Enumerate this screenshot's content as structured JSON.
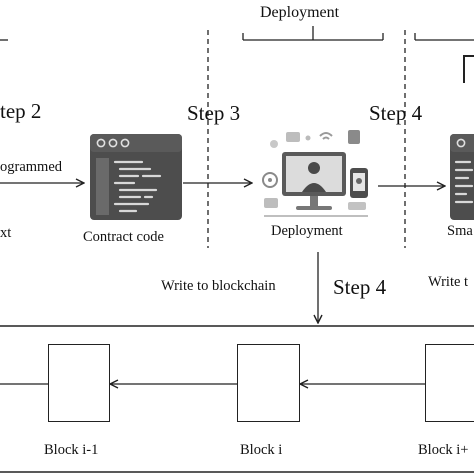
{
  "top": {
    "deployment_label": "Deployment"
  },
  "steps": {
    "step2": "tep 2",
    "step3": "Step 3",
    "step4a": "Step 4",
    "step4b": "Step 4"
  },
  "labels": {
    "programmed": "ogrammed",
    "left_cut": "xt",
    "contract_code": "Contract code",
    "deployment": "Deployment",
    "smart_cut": "Sma",
    "write_blockchain": "Write to blockchain",
    "write_cut": "Write t"
  },
  "blocks": [
    {
      "label": "Block i-1"
    },
    {
      "label": "Block i"
    },
    {
      "label": "Block i+"
    }
  ],
  "colors": {
    "ink": "#222222",
    "icon_dark": "#4d4d4d",
    "icon_mid": "#8a8a8a",
    "icon_light": "#c8c8c8"
  }
}
